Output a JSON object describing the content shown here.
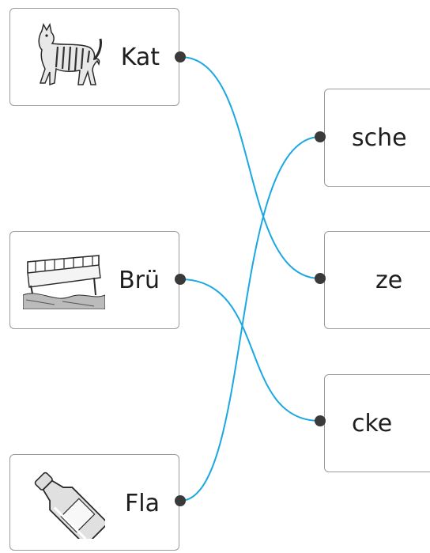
{
  "left_items": [
    {
      "syllable": "Kat",
      "icon": "cat-icon"
    },
    {
      "syllable": "Brü",
      "icon": "bridge-icon"
    },
    {
      "syllable": "Fla",
      "icon": "bottle-icon"
    }
  ],
  "right_items": [
    {
      "syllable": "sche"
    },
    {
      "syllable": "ze"
    },
    {
      "syllable": "cke"
    }
  ],
  "connections": [
    {
      "from": "Kat",
      "to": "ze"
    },
    {
      "from": "Brü",
      "to": "cke"
    },
    {
      "from": "Fla",
      "to": "sche"
    }
  ],
  "colors": {
    "line": "#1ba8e0",
    "dot": "#3a3a3a",
    "border": "#9a9a9a"
  }
}
